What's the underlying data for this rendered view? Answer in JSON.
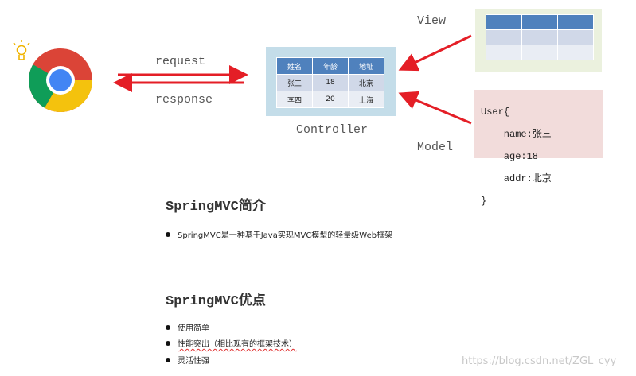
{
  "diagram": {
    "request_label": "request",
    "response_label": "response",
    "controller_label": "Controller",
    "view_label": "View",
    "model_label": "Model",
    "controller_table": {
      "headers": [
        "姓名",
        "年龄",
        "地址"
      ],
      "rows": [
        [
          "张三",
          "18",
          "北京"
        ],
        [
          "李四",
          "20",
          "上海"
        ]
      ]
    },
    "model_code": {
      "line1": "User{",
      "line2": "    name:张三",
      "line3": "    age:18",
      "line4": "    addr:北京",
      "line5": "}"
    },
    "colors": {
      "arrow": "#e41e26",
      "table_header": "#4f81bd",
      "controller_bg": "#c4dde9",
      "view_bg": "#ebf1de",
      "model_bg": "#f2dcdb"
    },
    "icons": [
      "lightbulb-icon",
      "chrome-browser-icon"
    ]
  },
  "intro": {
    "title": "SpringMVC简介",
    "bullets": [
      "SpringMVC是一种基于Java实现MVC模型的轻量级Web框架"
    ]
  },
  "advantages": {
    "title": "SpringMVC优点",
    "bullets": [
      "使用简单",
      "性能突出（相比现有的框架技术）",
      "灵活性强"
    ]
  },
  "watermark": "https://blog.csdn.net/ZGL_cyy"
}
